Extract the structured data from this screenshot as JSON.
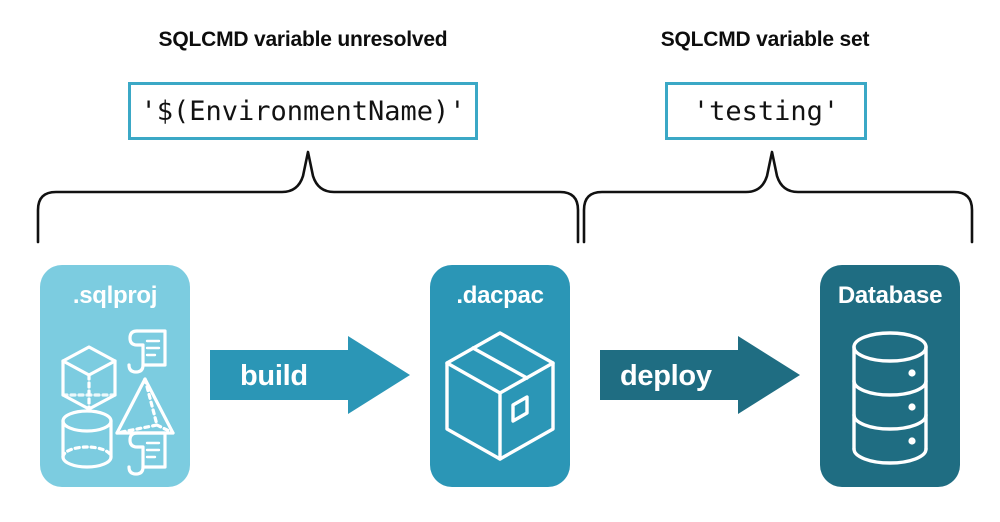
{
  "diagram": {
    "title_left": "SQLCMD variable unresolved",
    "title_right": "SQLCMD variable set",
    "code_left": "'$(EnvironmentName)'",
    "code_right": "'testing'",
    "colors": {
      "sqlproj_fill": "#7ccce0",
      "dacpac_fill": "#2b96b6",
      "database_fill": "#1f6d82",
      "build_arrow": "#2b96b6",
      "deploy_arrow": "#1f6d82",
      "code_border": "#3ba8c6",
      "brace_stroke": "#111111",
      "text_dark": "#0d0d0d",
      "text_light": "#ffffff"
    },
    "stages": [
      {
        "id": "sqlproj",
        "label": ".sqlproj",
        "icons": [
          "cube-icon",
          "pyramid-icon",
          "cylinder-icon",
          "scroll-icon",
          "scroll-icon"
        ]
      },
      {
        "id": "dacpac",
        "label": ".dacpac",
        "icons": [
          "package-box-icon"
        ]
      },
      {
        "id": "database",
        "label": "Database",
        "icons": [
          "database-cylinder-icon"
        ]
      }
    ],
    "arrows": [
      {
        "id": "build",
        "label": "build"
      },
      {
        "id": "deploy",
        "label": "deploy"
      }
    ],
    "braces": [
      {
        "id": "brace-left",
        "spans": [
          "sqlproj",
          "dacpac"
        ]
      },
      {
        "id": "brace-right",
        "spans": [
          "dacpac",
          "database"
        ]
      }
    ]
  }
}
